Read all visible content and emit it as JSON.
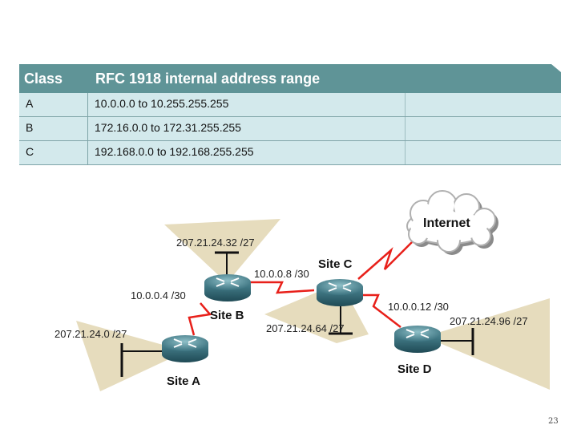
{
  "table": {
    "headers": [
      "Class",
      "RFC 1918 internal address range"
    ],
    "rows": [
      {
        "class": "A",
        "range": "10.0.0.0 to 10.255.255.255"
      },
      {
        "class": "B",
        "range": "172.16.0.0 to 172.31.255.255"
      },
      {
        "class": "C",
        "range": "192.168.0.0 to 192.168.255.255"
      }
    ],
    "header_color": "#5f9497",
    "row_color": "#d3e9ec"
  },
  "diagram": {
    "cloud_label": "Internet",
    "sites": {
      "a": "Site A",
      "b": "Site B",
      "c": "Site C",
      "d": "Site D"
    },
    "links": {
      "b_to_c": "10.0.0.8 /30",
      "a_to_b": "10.0.0.4 /30",
      "c_to_d": "10.0.0.12 /30"
    },
    "lans": {
      "b": "207.21.24.32 /27",
      "c": "207.21.24.64 /27",
      "a": "207.21.24.0 /27",
      "d": "207.21.24.96 /27"
    },
    "colors": {
      "serial_link": "#e8201a",
      "lan_area": "#e6dcbd",
      "router": "#4f8a96"
    }
  },
  "page_number": "23"
}
